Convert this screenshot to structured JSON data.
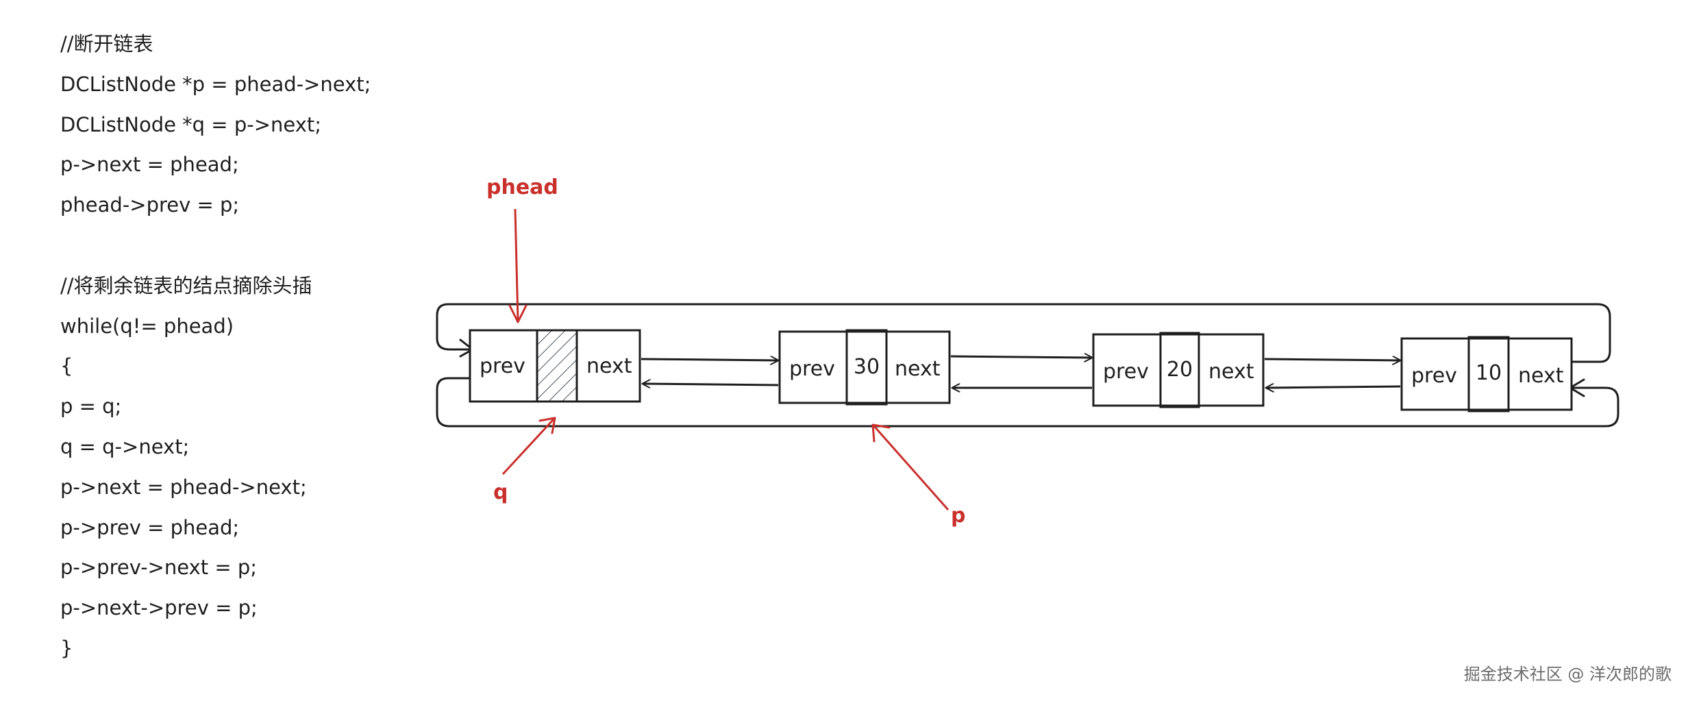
{
  "code_lines": [
    "//断开链表",
    "DCListNode *p = phead->next;",
    "DCListNode *q = p->next;",
    "p->next = phead;",
    "phead->prev = p;",
    "",
    "//将剩余链表的结点摘除头插",
    "while(q!= phead)",
    "{",
    "p = q;",
    "q = q->next;",
    "p->next = phead->next;",
    "p->prev = phead;",
    "p->prev->next = p;",
    "p->next->prev = p;",
    "}"
  ],
  "nodes": [
    {
      "prev": "prev",
      "value": "",
      "next": "next",
      "is_head": true
    },
    {
      "prev": "prev",
      "value": "30",
      "next": "next",
      "is_head": false
    },
    {
      "prev": "prev",
      "value": "20",
      "next": "next",
      "is_head": false
    },
    {
      "prev": "prev",
      "value": "10",
      "next": "next",
      "is_head": false
    }
  ],
  "pointers": {
    "phead": "phead",
    "q": "q",
    "p": "p"
  },
  "watermark": "掘金技术社区 @ 洋次郎的歌",
  "colors": {
    "ink": "#1e1e1e",
    "pointer": "#c9302c",
    "hatch": "#495057"
  }
}
